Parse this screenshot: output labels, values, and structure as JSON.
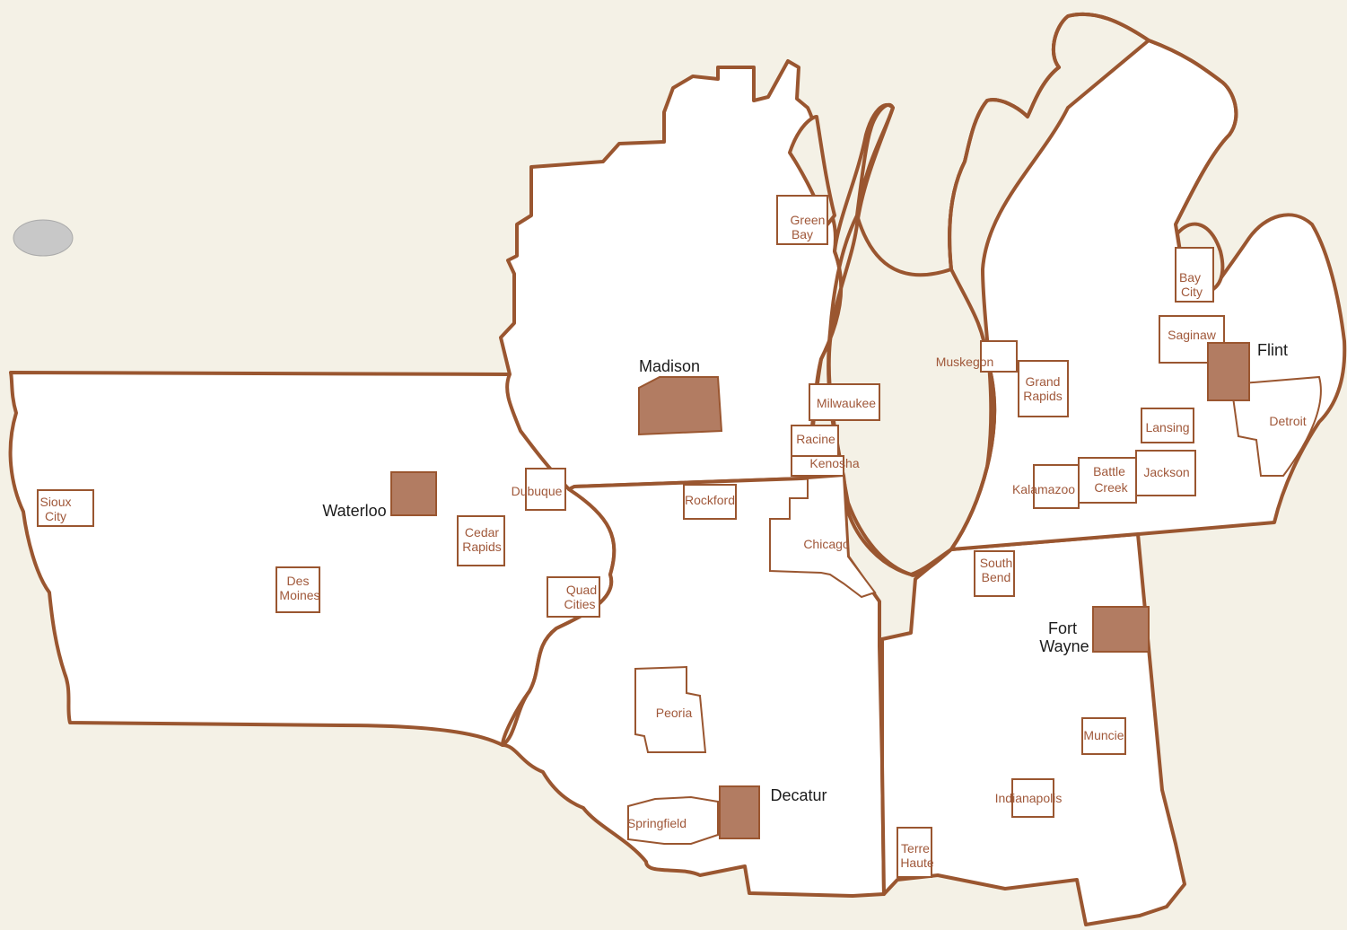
{
  "map": {
    "highlight_color": "#b27c62",
    "border_color": "#9a5630",
    "label_color": "#a0583a",
    "highlighted_cities": [
      "Madison",
      "Waterloo",
      "Decatur",
      "Fort Wayne",
      "Flint"
    ],
    "cities": {
      "sioux_city": [
        "Sioux",
        "City"
      ],
      "des_moines": [
        "Des",
        "Moines"
      ],
      "cedar_rapids": [
        "Cedar",
        "Rapids"
      ],
      "dubuque": [
        "Dubuque"
      ],
      "quad_cities": [
        "Quad",
        "Cities"
      ],
      "green_bay": [
        "Green",
        "Bay"
      ],
      "milwaukee": [
        "Milwaukee"
      ],
      "racine": [
        "Racine"
      ],
      "kenosha": [
        "Kenosha"
      ],
      "rockford": [
        "Rockford"
      ],
      "chicago": [
        "Chicago"
      ],
      "peoria": [
        "Peoria"
      ],
      "springfield": [
        "Springfield"
      ],
      "muskegon": [
        "Muskegon"
      ],
      "grand_rapids": [
        "Grand",
        "Rapids"
      ],
      "bay_city": [
        "Bay",
        "City"
      ],
      "saginaw": [
        "Saginaw"
      ],
      "lansing": [
        "Lansing"
      ],
      "detroit": [
        "Detroit"
      ],
      "kalamazoo": [
        "Kalamazoo"
      ],
      "battle_creek": [
        "Battle",
        "Creek"
      ],
      "jackson": [
        "Jackson"
      ],
      "south_bend": [
        "South",
        "Bend"
      ],
      "muncie": [
        "Muncie"
      ],
      "indianapolis": [
        "Indianapolis"
      ],
      "terre_haute": [
        "Terre",
        "Haute"
      ]
    }
  }
}
